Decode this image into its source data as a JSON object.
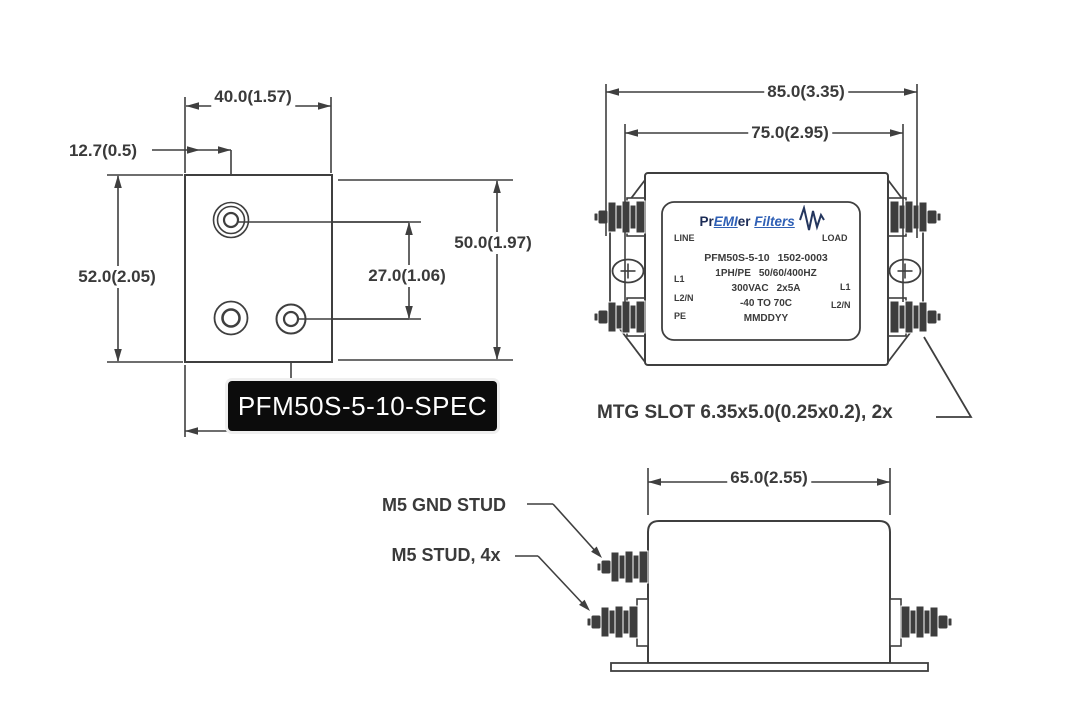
{
  "left_view": {
    "dim_width": "40.0(1.57)",
    "dim_hole_offset": "12.7(0.5)",
    "dim_height_overall": "52.0(2.05)",
    "dim_height_body": "50.0(1.97)",
    "dim_hole_spacing": "27.0(1.06)"
  },
  "spec_overlay": {
    "label": "PFM50S-5-10-SPEC"
  },
  "top_view": {
    "dim_overall_width": "85.0(3.35)",
    "dim_slot_spacing": "75.0(2.95)",
    "mtg_note": "MTG SLOT 6.35x5.0(0.25x0.2), 2x",
    "label": {
      "logo_pr": "Pr",
      "logo_emi": "EMI",
      "logo_er": "er",
      "logo_filters": "Filters",
      "line_marking": "LINE",
      "load_marking": "LOAD",
      "model_number": "PFM50S-5-10",
      "serial_number": "1502-0003",
      "phase": "1PH/PE",
      "frequency": "50/60/400HZ",
      "voltage": "300VAC",
      "current": "2x5A",
      "temp_range": "-40 TO 70C",
      "date_code": "MMDDYY",
      "terminals_line_side": [
        "L1",
        "L2/N",
        "PE"
      ],
      "terminals_load_side": [
        "L1",
        "L2/N"
      ]
    }
  },
  "side_view": {
    "dim_width": "65.0(2.55)",
    "gnd_stud_label": "M5 GND STUD",
    "stud_label": "M5 STUD, 4x"
  },
  "colors": {
    "line_color": "#3f3f3f",
    "logo_blue": "#2e5fb5",
    "logo_dark": "#1c2c56",
    "overlay_bg": "#0c0c0c",
    "overlay_text": "#ffffff"
  }
}
